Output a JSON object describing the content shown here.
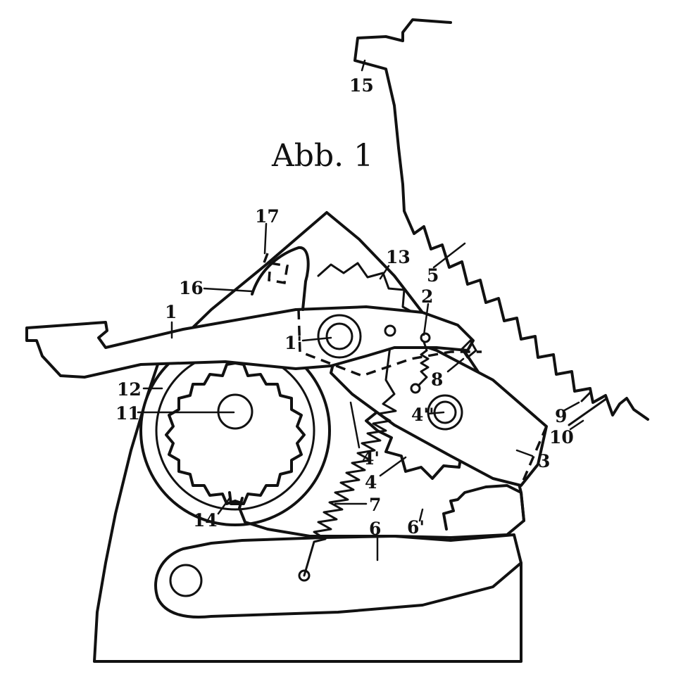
{
  "figure": {
    "title": "Abb. 1",
    "labels": {
      "l1": "1",
      "l1p": "1'",
      "l2": "2",
      "l3": "3",
      "l4": "4",
      "l4p": "4'",
      "l4pp": "4''",
      "l5": "5",
      "l6": "6",
      "l6p": "6'",
      "l7": "7",
      "l8": "8",
      "l9": "9",
      "l10": "10",
      "l11": "11",
      "l12": "12",
      "l13": "13",
      "l14": "14",
      "l15": "15",
      "l16": "16",
      "l17": "17"
    }
  }
}
